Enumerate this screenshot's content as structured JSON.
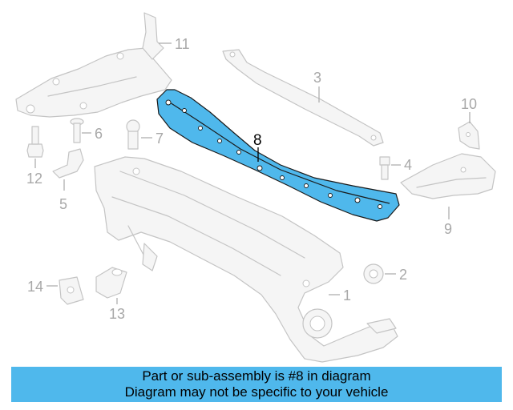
{
  "highlight_color": "#4fb8ec",
  "callouts": {
    "c1": "1",
    "c2": "2",
    "c3": "3",
    "c4": "4",
    "c5": "5",
    "c6": "6",
    "c7": "7",
    "c8": "8",
    "c9": "9",
    "c10": "10",
    "c11": "11",
    "c12": "12",
    "c13": "13",
    "c14": "14"
  },
  "banner": {
    "line1": "Part or sub-assembly is #8 in diagram",
    "line2": "Diagram may not be specific to your vehicle"
  }
}
